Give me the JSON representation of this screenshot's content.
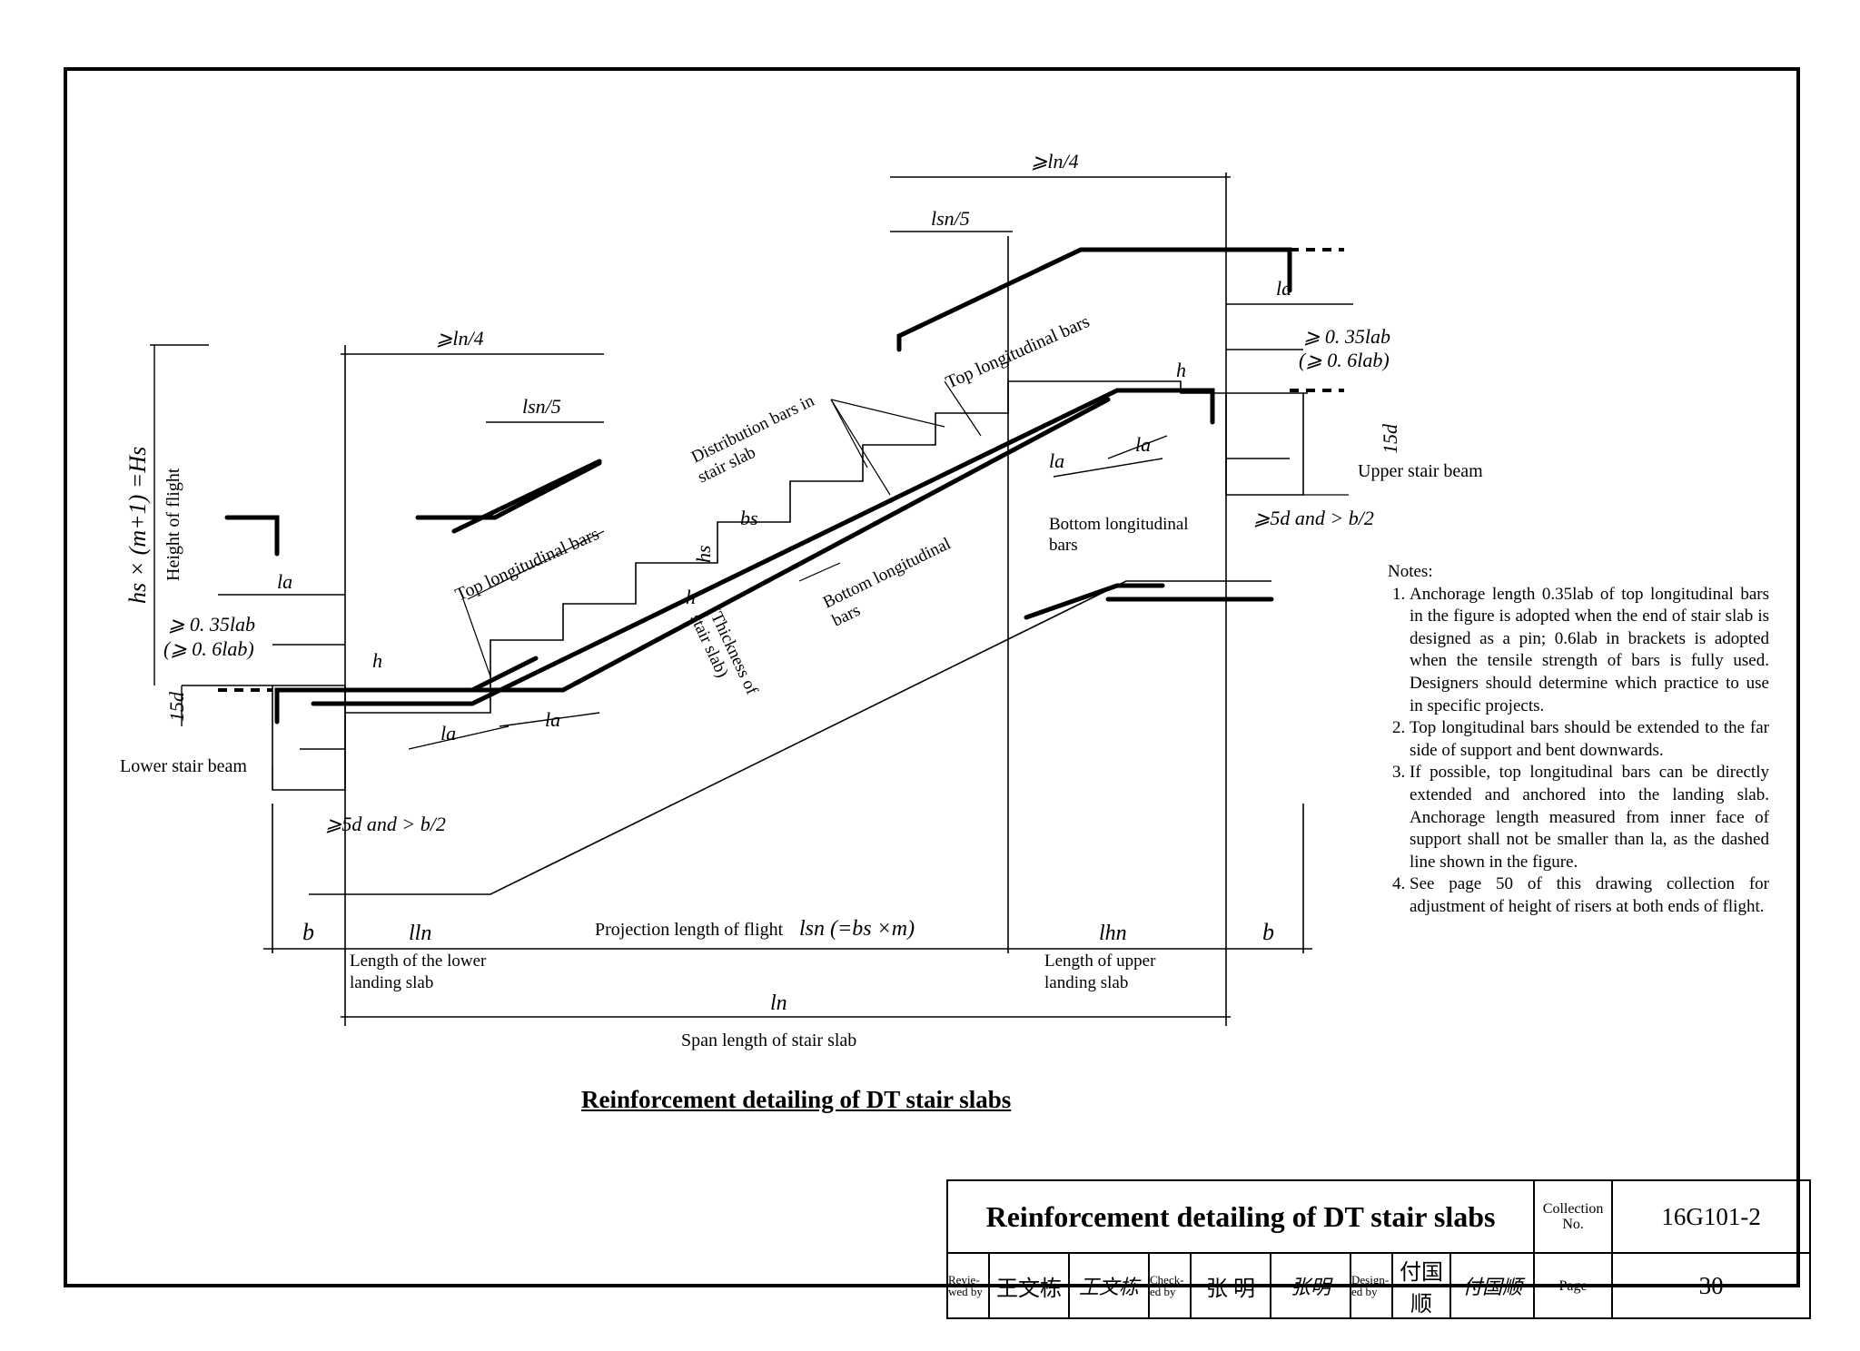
{
  "labels": {
    "ln4_left": "⩾ln/4",
    "lsn5_left": "lsn/5",
    "ln4_right": "⩾ln/4",
    "lsn5_right": "lsn/5",
    "la_left_top": "la",
    "anch_left": "⩾ 0. 35lab",
    "anch_left_br": "(⩾ 0. 6lab)",
    "d15_left": "15d",
    "la_right_top": "la",
    "anch_right": "⩾ 0. 35lab",
    "anch_right_br": "(⩾ 0. 6lab)",
    "d15_right": "15d",
    "height_formula": "hs × (m+1) =Hs",
    "height_text": "Height of flight",
    "top_long_left": "Top longitudinal bars",
    "top_long_right": "Top longitudinal bars",
    "distribution_1": "Distribution bars in",
    "distribution_2": "stair slab",
    "bottom_long_mid_1": "Bottom longitudinal",
    "bottom_long_mid_2": "bars",
    "bottom_long_right_1": "Bottom longitudinal",
    "bottom_long_right_2": "bars",
    "bs": "bs",
    "hs": "hs",
    "h_mid": "h",
    "thickness_1": "(Thickness of",
    "thickness_2": "stair slab)",
    "h_left": "h",
    "h_right": "h",
    "la_b1": "la",
    "la_b2": "la",
    "la_b3": "la",
    "la_b4": "la",
    "lower_beam": "Lower stair beam",
    "upper_beam": "Upper stair beam",
    "cond_left": "⩾5d and > b/2",
    "cond_right": "⩾5d and > b/2",
    "b_left": "b",
    "b_right": "b",
    "lln": "lln",
    "lln_text_1": "Length of the lower",
    "lln_text_2": "landing slab",
    "proj_text": "Projection length of flight",
    "proj_formula": "lsn (=bs ×m)",
    "lhn": "lhn",
    "lhn_text_1": "Length of upper",
    "lhn_text_2": "landing slab",
    "ln": "ln",
    "span_text": "Span length of stair slab"
  },
  "caption": "Reinforcement detailing of DT stair slabs",
  "notes": {
    "heading": "Notes:",
    "items": [
      "Anchorage length 0.35lab of top longitudinal bars in the figure is adopted when the end of stair slab is designed as a pin; 0.6lab in brackets is adopted when the tensile strength of bars is fully used. Designers should determine which practice to use in specific projects.",
      "Top longitudinal bars should be extended to the far side of support and bent downwards.",
      "If possible, top longitudinal bars can be directly extended and anchored into the landing slab. Anchorage length measured from inner face of support shall not be smaller than la, as the dashed line shown in the figure.",
      "See page 50 of this drawing collection for adjustment of height of risers at both ends of flight."
    ]
  },
  "title_block": {
    "title": "Reinforcement detailing of DT stair slabs",
    "collection_label": "Collection No.",
    "collection_no": "16G101-2",
    "page_label": "Page",
    "page_no": "30",
    "reviewed_label": "Revie-wed by",
    "reviewer": "王文栋",
    "reviewer_sign": "王文栋",
    "checked_label": "Check-ed by",
    "checker": "张 明",
    "checker_sign": "张明",
    "designed_label": "Design-ed by",
    "designer": "付国顺",
    "designer_sign": "付国顺"
  }
}
